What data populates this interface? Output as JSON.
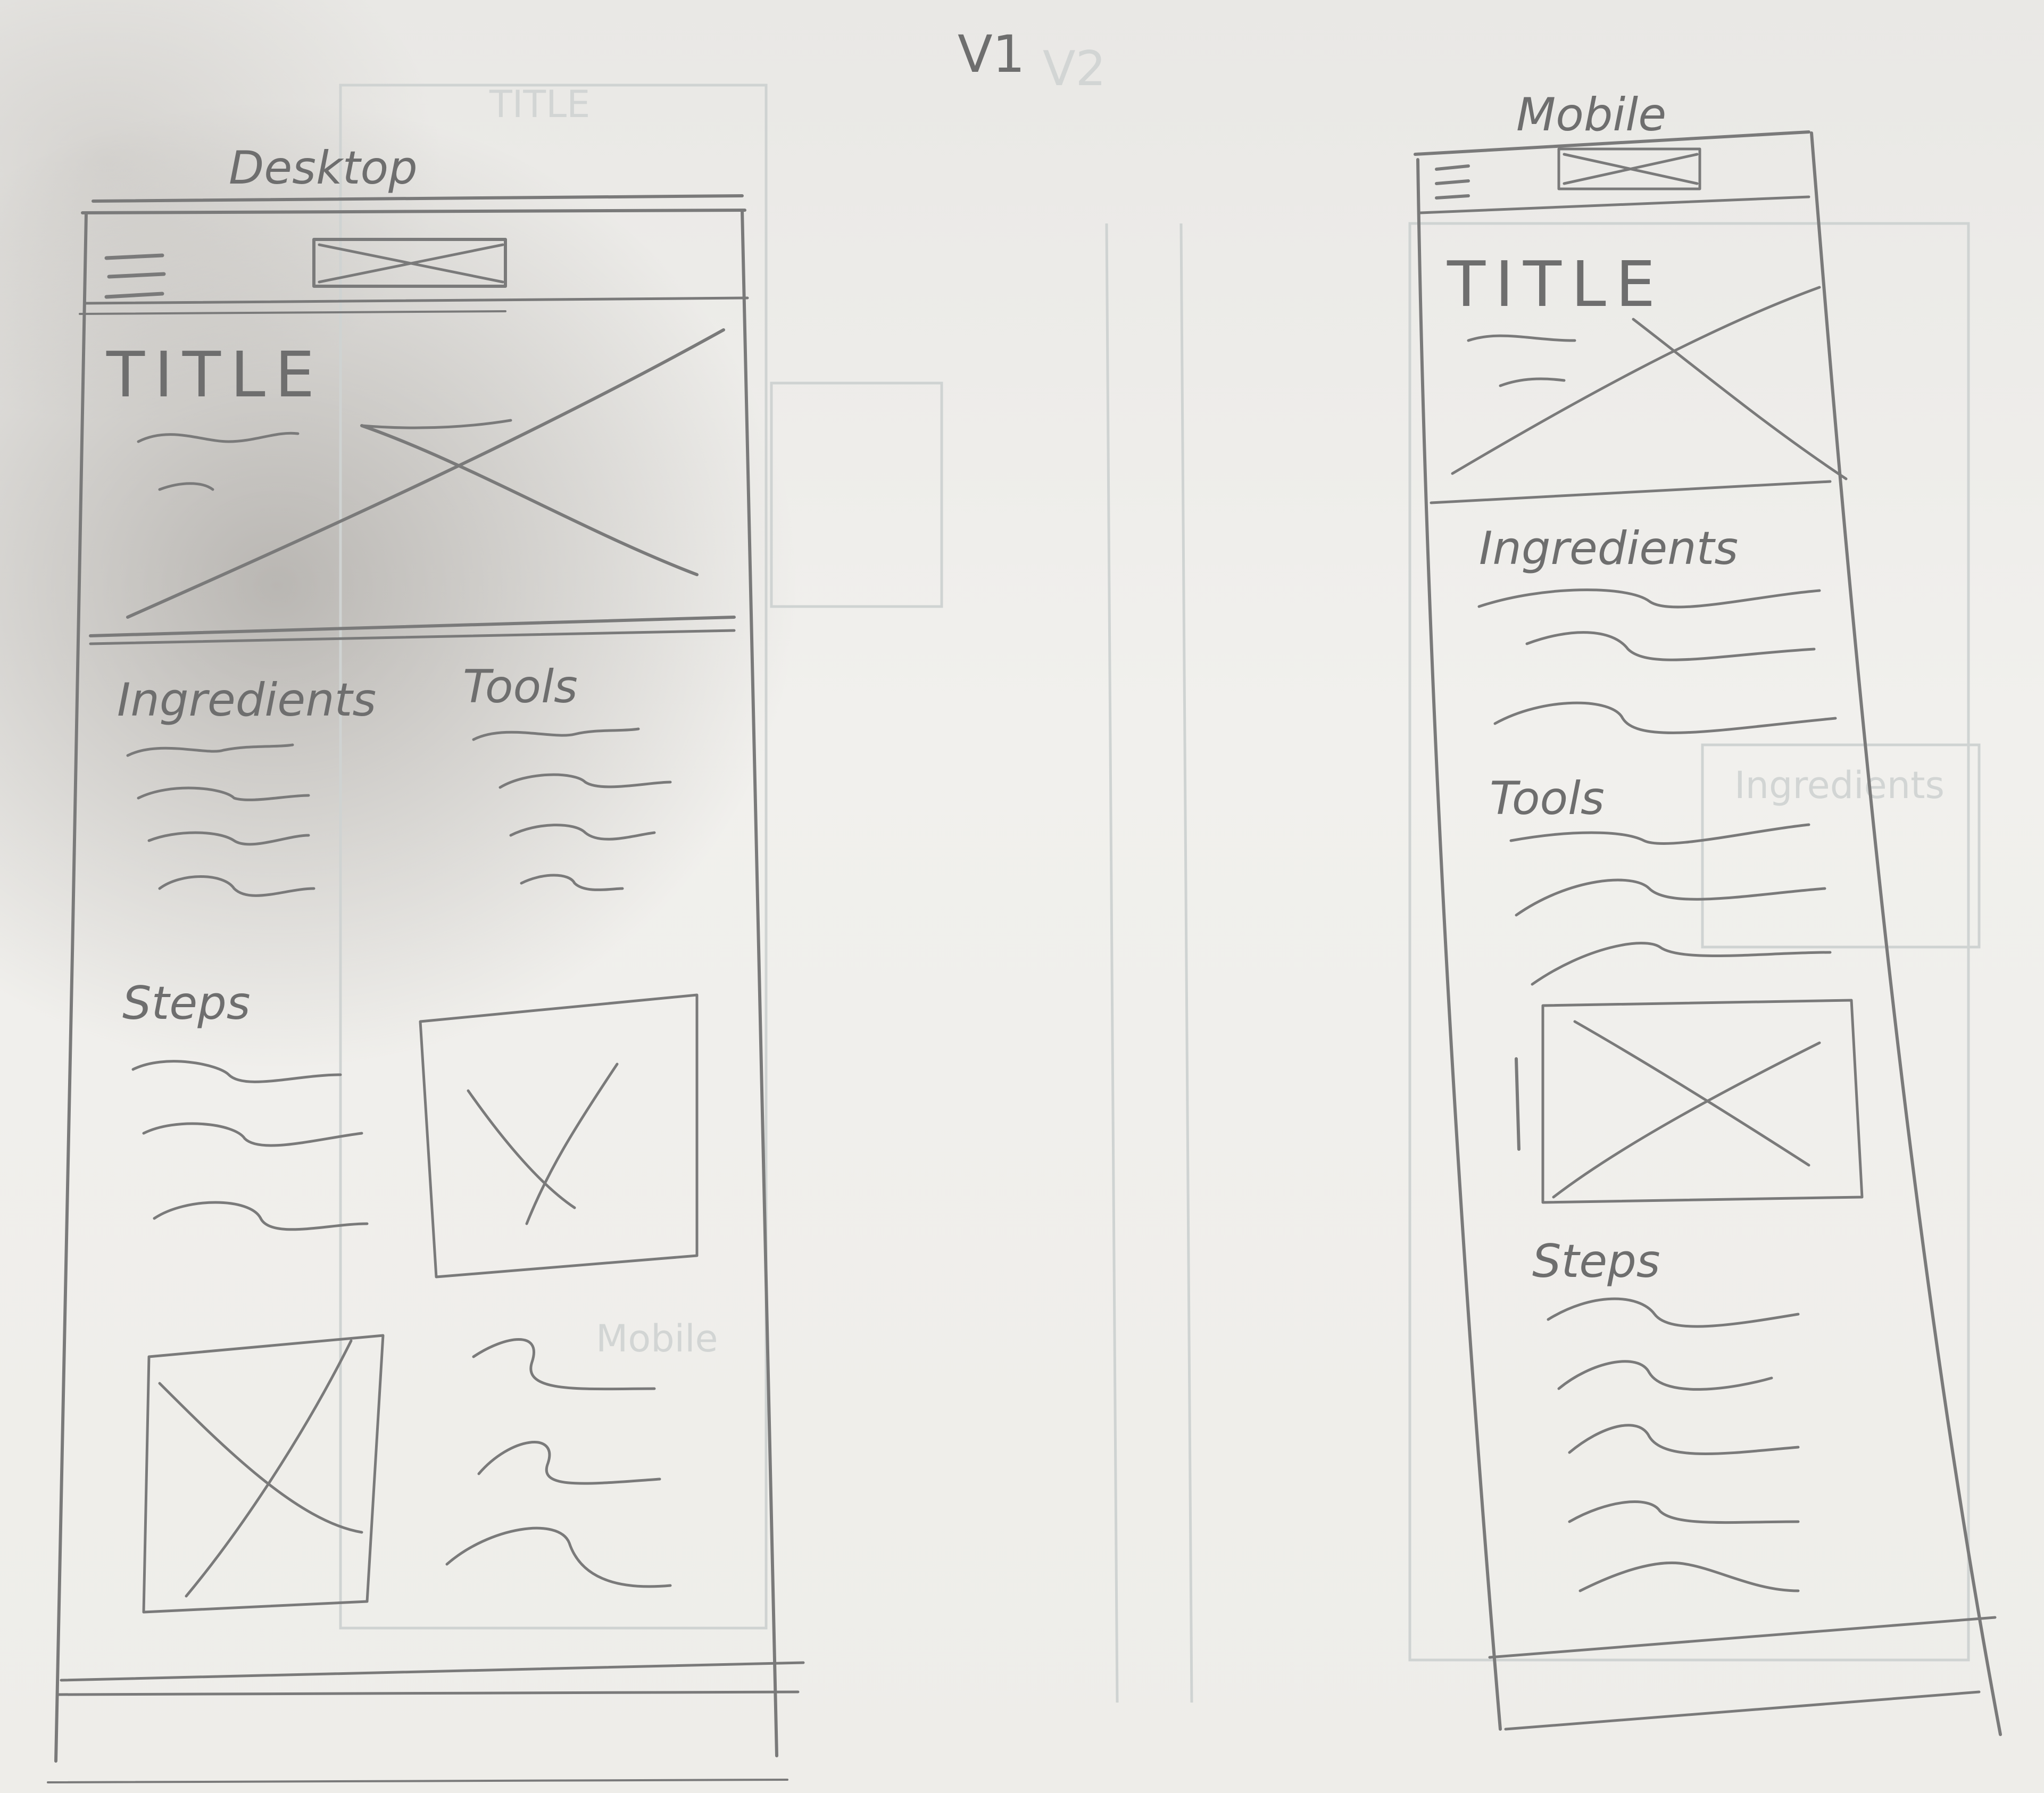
{
  "sheet": {
    "version_label": "V1"
  },
  "desktop": {
    "frame_label": "Desktop",
    "title": "TITLE",
    "ingredients_heading": "Ingredients",
    "tools_heading": "Tools",
    "steps_heading": "Steps",
    "nav_icon": "hamburger-menu-icon",
    "logo_icon": "image-placeholder-icon"
  },
  "mobile": {
    "frame_label": "Mobile",
    "title": "TITLE",
    "ingredients_heading": "Ingredients",
    "tools_heading": "Tools",
    "steps_heading": "Steps",
    "nav_icon": "hamburger-menu-icon",
    "logo_icon": "image-placeholder-icon"
  }
}
